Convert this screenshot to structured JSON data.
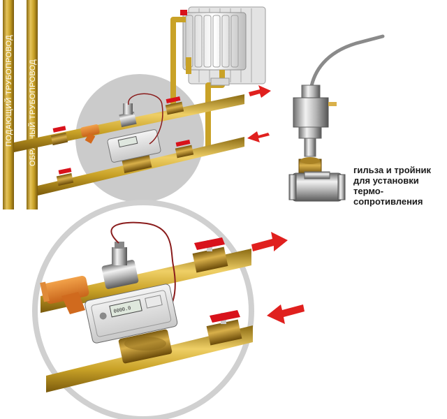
{
  "pipes": {
    "supply_label": "ПОДАЮЩИЙ ТРУБОПРОВОД",
    "return_label": "ОБРАТНЫЙ ТРУБОПРОВОД"
  },
  "caption": {
    "lines": [
      "гильза и тройник",
      "для установки",
      "термо-",
      "сопротивления"
    ]
  },
  "colors": {
    "pipe": "#c9a227",
    "arrow": "#e0201e",
    "valve_handle": "#d8121b",
    "cable": "#8a1c1c"
  }
}
